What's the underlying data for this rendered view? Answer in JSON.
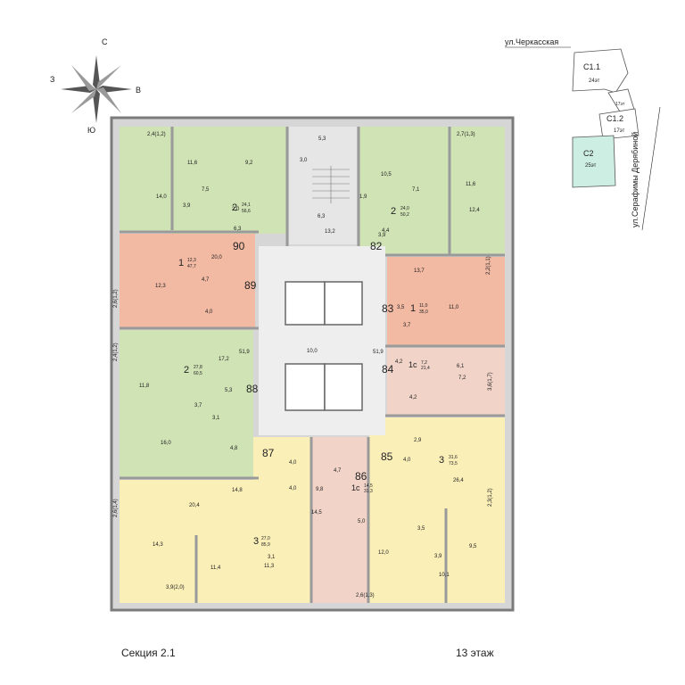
{
  "compass": {
    "n": "С",
    "s": "Ю",
    "w": "З",
    "e": "В"
  },
  "site": {
    "street1": "ул.Черкасская",
    "street2": "ул.Серафимы Дерябиной",
    "b1": {
      "name": "С1.1",
      "floors": "24эт"
    },
    "b2": {
      "name": "С1.2",
      "floors": "17эт"
    },
    "b2_note": "17эт",
    "b3": {
      "name": "С2",
      "floors": "25эт"
    }
  },
  "footer": {
    "section": "Секция 2.1",
    "floor": "13 этаж"
  },
  "colors": {
    "wall": "#8e8e8e",
    "green": "#cfe3b4",
    "orange": "#f2b9a3",
    "yellow": "#fbefb8",
    "pink": "#f1d3c8",
    "gray": "#e6e6e6",
    "highlight": "#cdeee3"
  },
  "apartments": [
    {
      "no": "90",
      "rooms": "2",
      "area_living": "24,1",
      "area_total": "56,6"
    },
    {
      "no": "89",
      "rooms": "1",
      "area_living": "12,3",
      "area_total": "47,7"
    },
    {
      "no": "88",
      "rooms": "2",
      "area_living": "27,8",
      "area_total": "60,5"
    },
    {
      "no": "87",
      "rooms": "3",
      "area_living": "27,0",
      "area_total": "85,9"
    },
    {
      "no": "86",
      "rooms": "1с",
      "area_living": "14,5",
      "area_total": "31,3"
    },
    {
      "no": "85",
      "rooms": "3",
      "area_living": "31,6",
      "area_total": "73,5"
    },
    {
      "no": "84",
      "rooms": "1с",
      "area_living": "7,2",
      "area_total": "21,4"
    },
    {
      "no": "83",
      "rooms": "1",
      "area_living": "11,0",
      "area_total": "35,0"
    },
    {
      "no": "82",
      "rooms": "2",
      "area_living": "24,0",
      "area_total": "50,2"
    }
  ],
  "room_labels": [
    "2,4(1,2)",
    "11,6",
    "9,2",
    "14,0",
    "7,5",
    "3,9",
    "2,0",
    "6,3",
    "20,0",
    "12,3",
    "4,7",
    "4,0",
    "2,6(1,2)",
    "2,4(1,2)",
    "17,2",
    "11,8",
    "3,7",
    "5,3",
    "3,1",
    "16,0",
    "4,8",
    "2,6(1,4)",
    "20,4",
    "14,8",
    "4,0",
    "4,0",
    "14,3",
    "3,1",
    "11,4",
    "11,3",
    "3,9(2,0)",
    "5,3",
    "3,0",
    "6,3",
    "13,2",
    "10,0",
    "51,9",
    "51,9",
    "4,7",
    "9,8",
    "14,5",
    "5,0",
    "2,6(1,3)",
    "2,7(1,3)",
    "10,5",
    "7,1",
    "11,6",
    "1,9",
    "12,4",
    "4,4",
    "3,9",
    "13,7",
    "2,2(1,1)",
    "3,5",
    "11,0",
    "3,7",
    "4,2",
    "6,1",
    "7,2",
    "3,6(1,7)",
    "4,2",
    "2,9",
    "4,0",
    "26,4",
    "2,3(1,2)",
    "3,5",
    "9,5",
    "12,0",
    "3,9",
    "10,1"
  ]
}
